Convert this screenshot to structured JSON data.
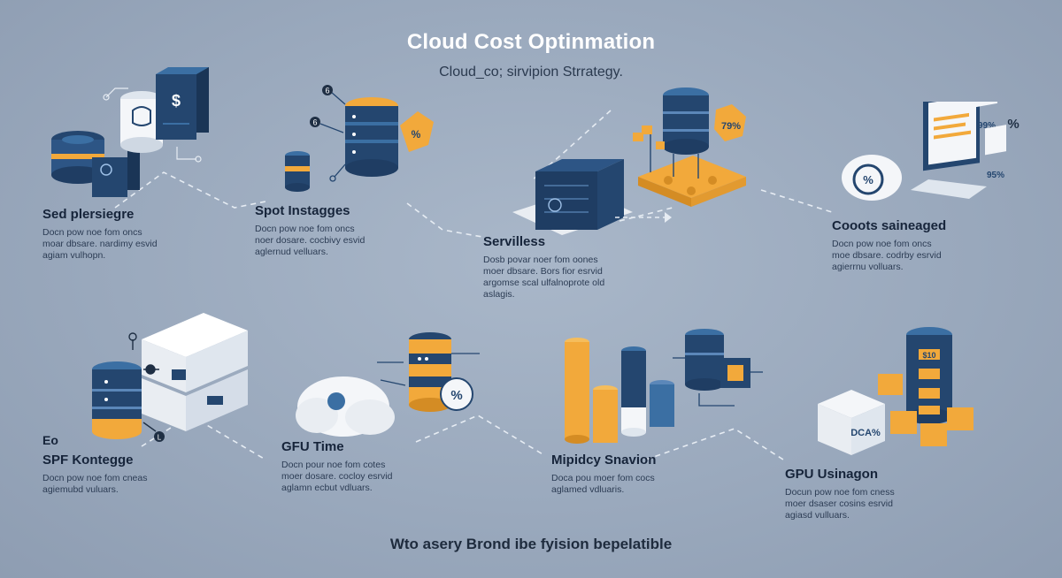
{
  "header": {
    "title": "Cloud Cost Optinmation",
    "subtitle": "Cloud_co; sirvipion Strrategy."
  },
  "nodes": [
    {
      "label": "Sed plersiegre",
      "desc": "Docn pow noe fom oncs\nmoar dbsare. nardimy esvid\nagiam vulhopn."
    },
    {
      "label": "Spot Instagges",
      "desc": "Docn pow noe fom oncs\nnoer dosare. cocbivy esvid\naglernud velluars."
    },
    {
      "label": "Servilless",
      "desc": "Dosb povar noer fom oones\nmoer dbsare. Bors fior esrvid\nargomse scal ulfalnoprote old\naslagis."
    },
    {
      "label": "Cooots saineaged",
      "desc": "Docn pow noe fom oncs\nmoe dbsare. codrby esrvid\nagierrnu volluars."
    },
    {
      "label": "SPF Kontegge",
      "desc": "Docn pow noe fom cneas\nagiemubd vuluars.",
      "prefix": "Eo"
    },
    {
      "label": "GFU Time",
      "desc": "Docn pour noe fom cotes\nmoer dosare. cocloy esrvid\naglamn ecbut vdluars."
    },
    {
      "label": "Mipidcy Snavion",
      "desc": "Doca pou moer fom cocs\naglamed vdluaris."
    },
    {
      "label": "GPU Usinagon",
      "desc": "Docun pow noe fom cness\nmoer dsaser cosins esrvid\nagiasd vulluars."
    }
  ],
  "badges": {
    "spot_percent": "%",
    "serverless_percent": "79%",
    "costs_percent_1": "99%",
    "costs_percent_2": "%",
    "costs_percent_3": "95%",
    "costs_circle": "%",
    "gpu_percent": "%",
    "usage_tag": "$10",
    "cube_text": "DCA%",
    "step_num_1": "6",
    "step_num_2": "6",
    "step_num_3": "L"
  },
  "footer": "Wto asery Brond ibe fyision bepelatible",
  "colors": {
    "background": "#9aa9bd",
    "navy": "#24466f",
    "steel_blue": "#3b6fa3",
    "amber": "#f2a93b",
    "white": "#f4f6f9"
  }
}
